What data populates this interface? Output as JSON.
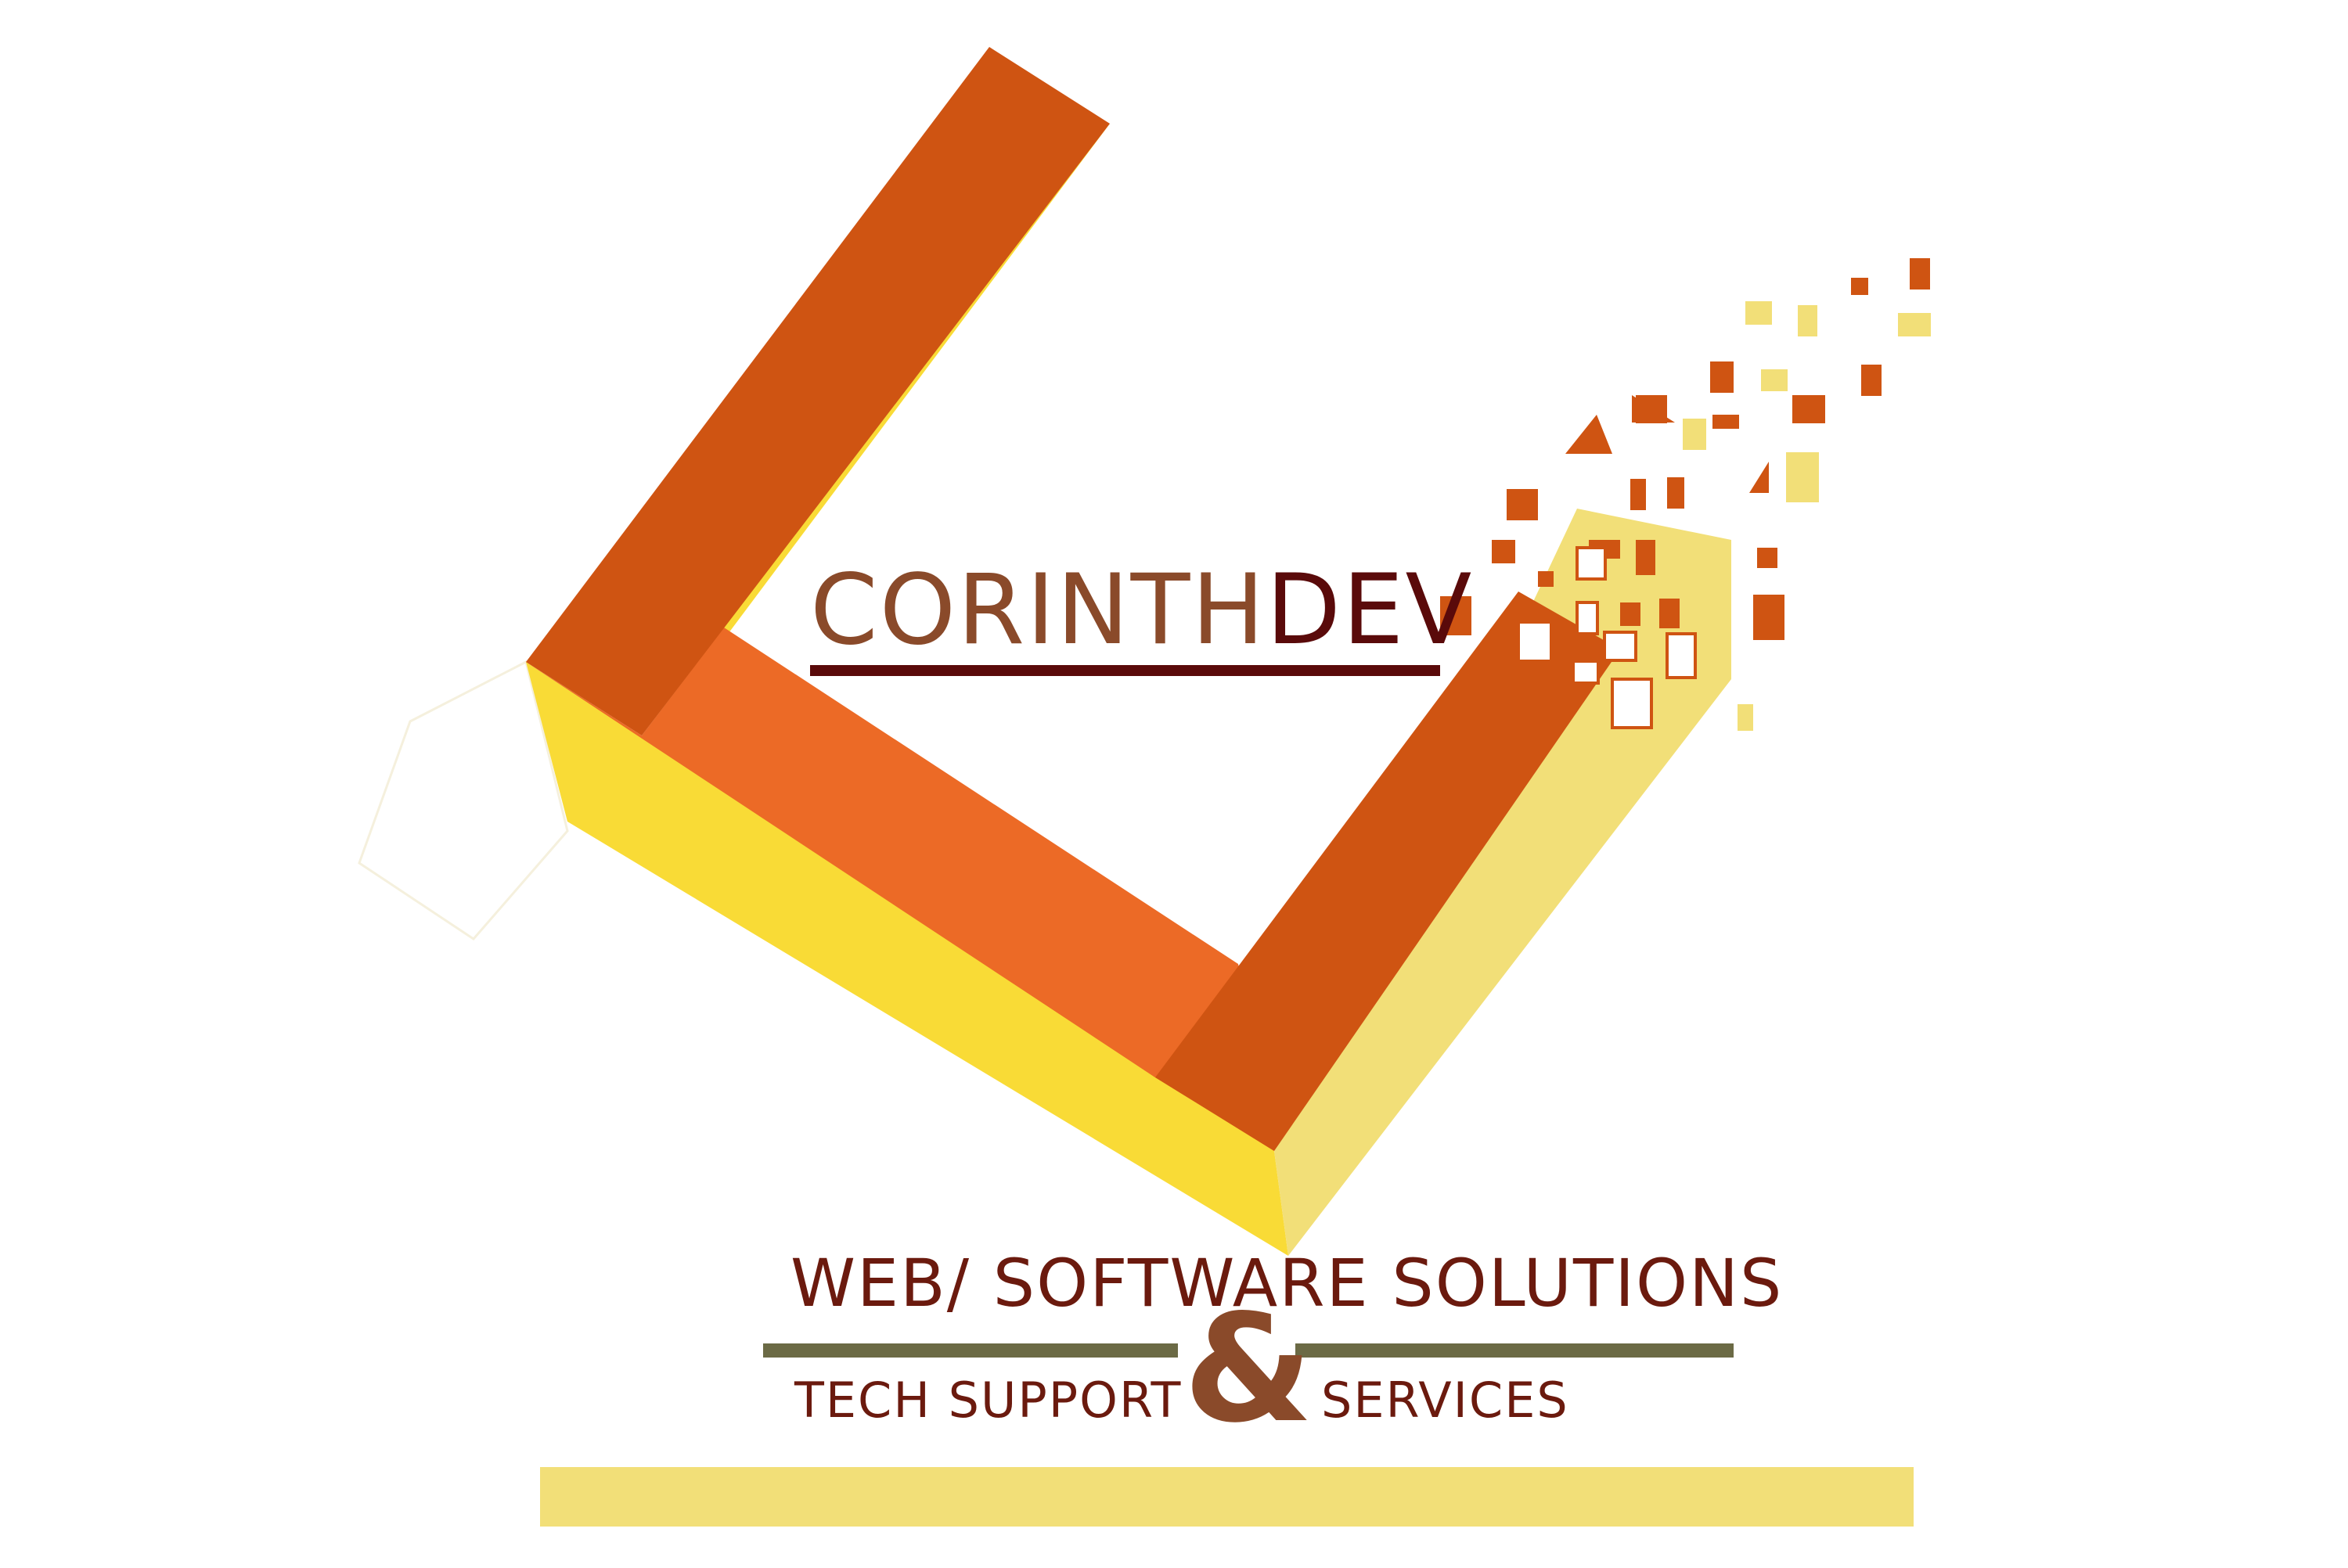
{
  "brand": {
    "name_part1": "CORINTH",
    "name_part2": "DEV"
  },
  "tagline": {
    "line1": "WEB/ SOFTWARE SOLUTIONS",
    "line2_left": "TECH SUPPORT",
    "ampersand": "&",
    "line2_right": "SERVICES"
  },
  "colors": {
    "dark_orange": "#cf5412",
    "orange": "#ec6a26",
    "yellow": "#f9db36",
    "pale_yellow": "#f2df78",
    "brown": "#8a4a2a",
    "maroon": "#5a0a0a",
    "olive": "#6b6a45",
    "background": "#ffffff"
  }
}
